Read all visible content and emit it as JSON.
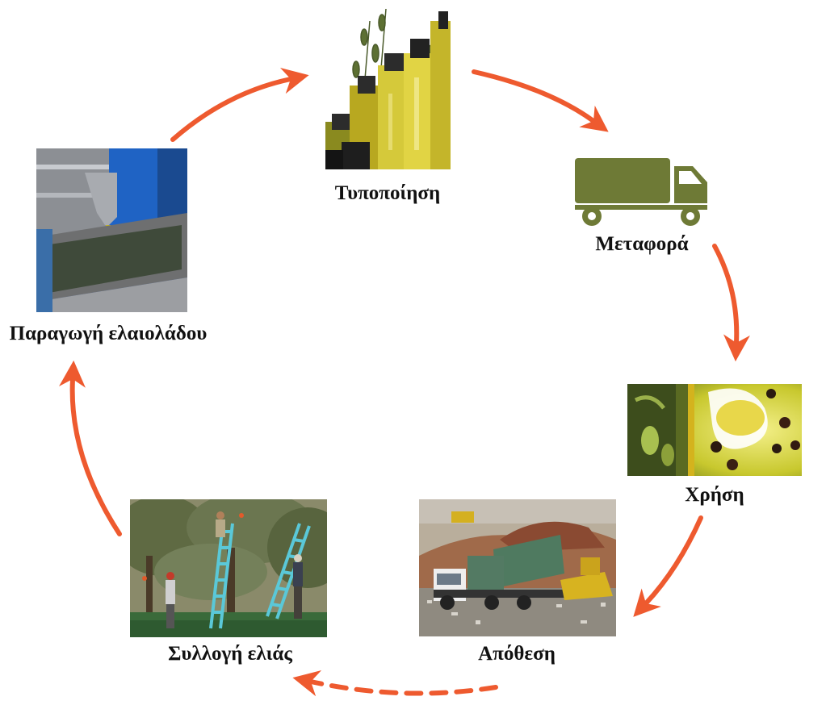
{
  "diagram": {
    "type": "cycle",
    "arrow_color": "#EE5A2F",
    "truck_color": "#6E7A36",
    "nodes": [
      {
        "id": "packaging",
        "label": "Τυποποίηση",
        "image": "olive-oil-bottles-photo"
      },
      {
        "id": "transport",
        "label": "Μεταφορά",
        "image": "truck-icon"
      },
      {
        "id": "use",
        "label": "Χρήση",
        "image": "olive-oil-spoon-photo"
      },
      {
        "id": "disposal",
        "label": "Απόθεση",
        "image": "landfill-truck-photo"
      },
      {
        "id": "harvest",
        "label": "Συλλογή ελιάς",
        "image": "olive-harvest-photo"
      },
      {
        "id": "production",
        "label": "Παραγωγή ελαιολάδου",
        "image": "oil-press-photo"
      }
    ],
    "edges": [
      {
        "from": "production",
        "to": "packaging",
        "style": "solid"
      },
      {
        "from": "packaging",
        "to": "transport",
        "style": "solid"
      },
      {
        "from": "transport",
        "to": "use",
        "style": "solid"
      },
      {
        "from": "use",
        "to": "disposal",
        "style": "solid"
      },
      {
        "from": "disposal",
        "to": "harvest",
        "style": "dashed"
      },
      {
        "from": "harvest",
        "to": "production",
        "style": "solid"
      }
    ]
  }
}
